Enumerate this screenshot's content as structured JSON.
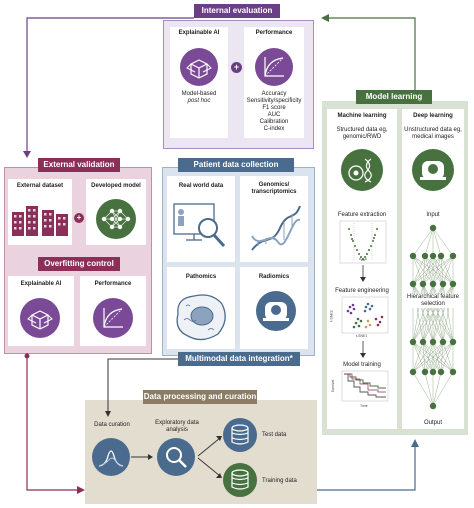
{
  "internal_evaluation": {
    "title": "Internal evaluation",
    "explainable_ai": "Explainable AI",
    "performance": "Performance",
    "model_based": "Model-based",
    "post_hoc": "post hoc",
    "plus": "+",
    "metrics": [
      "Accuracy",
      "Sensitivity/specificity",
      "F1 score",
      "AUC",
      "Calibration",
      "C-index"
    ]
  },
  "model_learning": {
    "title": "Model learning",
    "machine_learning": "Machine learning",
    "deep_learning": "Deep learning",
    "ml_data": "Structured data eg, genomic/RWD",
    "dl_data": "Unstructured data eg, medical images",
    "feature_extraction": "Feature extraction",
    "feature_engineering": "Feature engineering",
    "model_training": "Model training",
    "input": "Input",
    "hierarchical": "Hierarchical feature selection",
    "output": "Output",
    "tsne_y": "t-SNE2",
    "tsne_x": "t-SNE1",
    "survival_y": "Survival",
    "time_x": "Time"
  },
  "external_validation": {
    "title": "External validation",
    "external_dataset": "External dataset",
    "developed_model": "Developed model",
    "plus": "+",
    "overfitting": "Overfitting control",
    "explainable_ai": "Explainable AI",
    "performance": "Performance"
  },
  "patient_data": {
    "title": "Patient data collection",
    "real_world": "Real world data",
    "genomics": "Genomics/ transcriptomics",
    "pathomics": "Pathomics",
    "radiomics": "Radiomics",
    "integration": "Multimodal data integration*"
  },
  "processing": {
    "title": "Data processing and curation",
    "curation": "Data curation",
    "exploratory": "Exploratory data analysis",
    "test_data": "Test data",
    "training_data": "Training data"
  },
  "colors": {
    "purple_dark": "#6b3f86",
    "purple_light": "#ece5f2",
    "pink_dark": "#8c2f58",
    "pink_light": "#ead3df",
    "blue_dark": "#4a6b8d",
    "blue_light": "#dbe4ee",
    "green_dark": "#47713f",
    "green_light": "#d9e2d2",
    "tan_dark": "#8a7d63",
    "tan_light": "#e3ddd0"
  }
}
